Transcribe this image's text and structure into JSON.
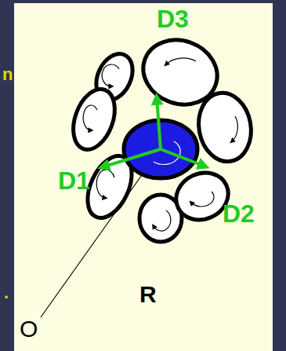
{
  "diagram": {
    "labels": [
      "D3",
      "D1",
      "D2",
      "R",
      "O",
      "n",
      "."
    ]
  }
}
